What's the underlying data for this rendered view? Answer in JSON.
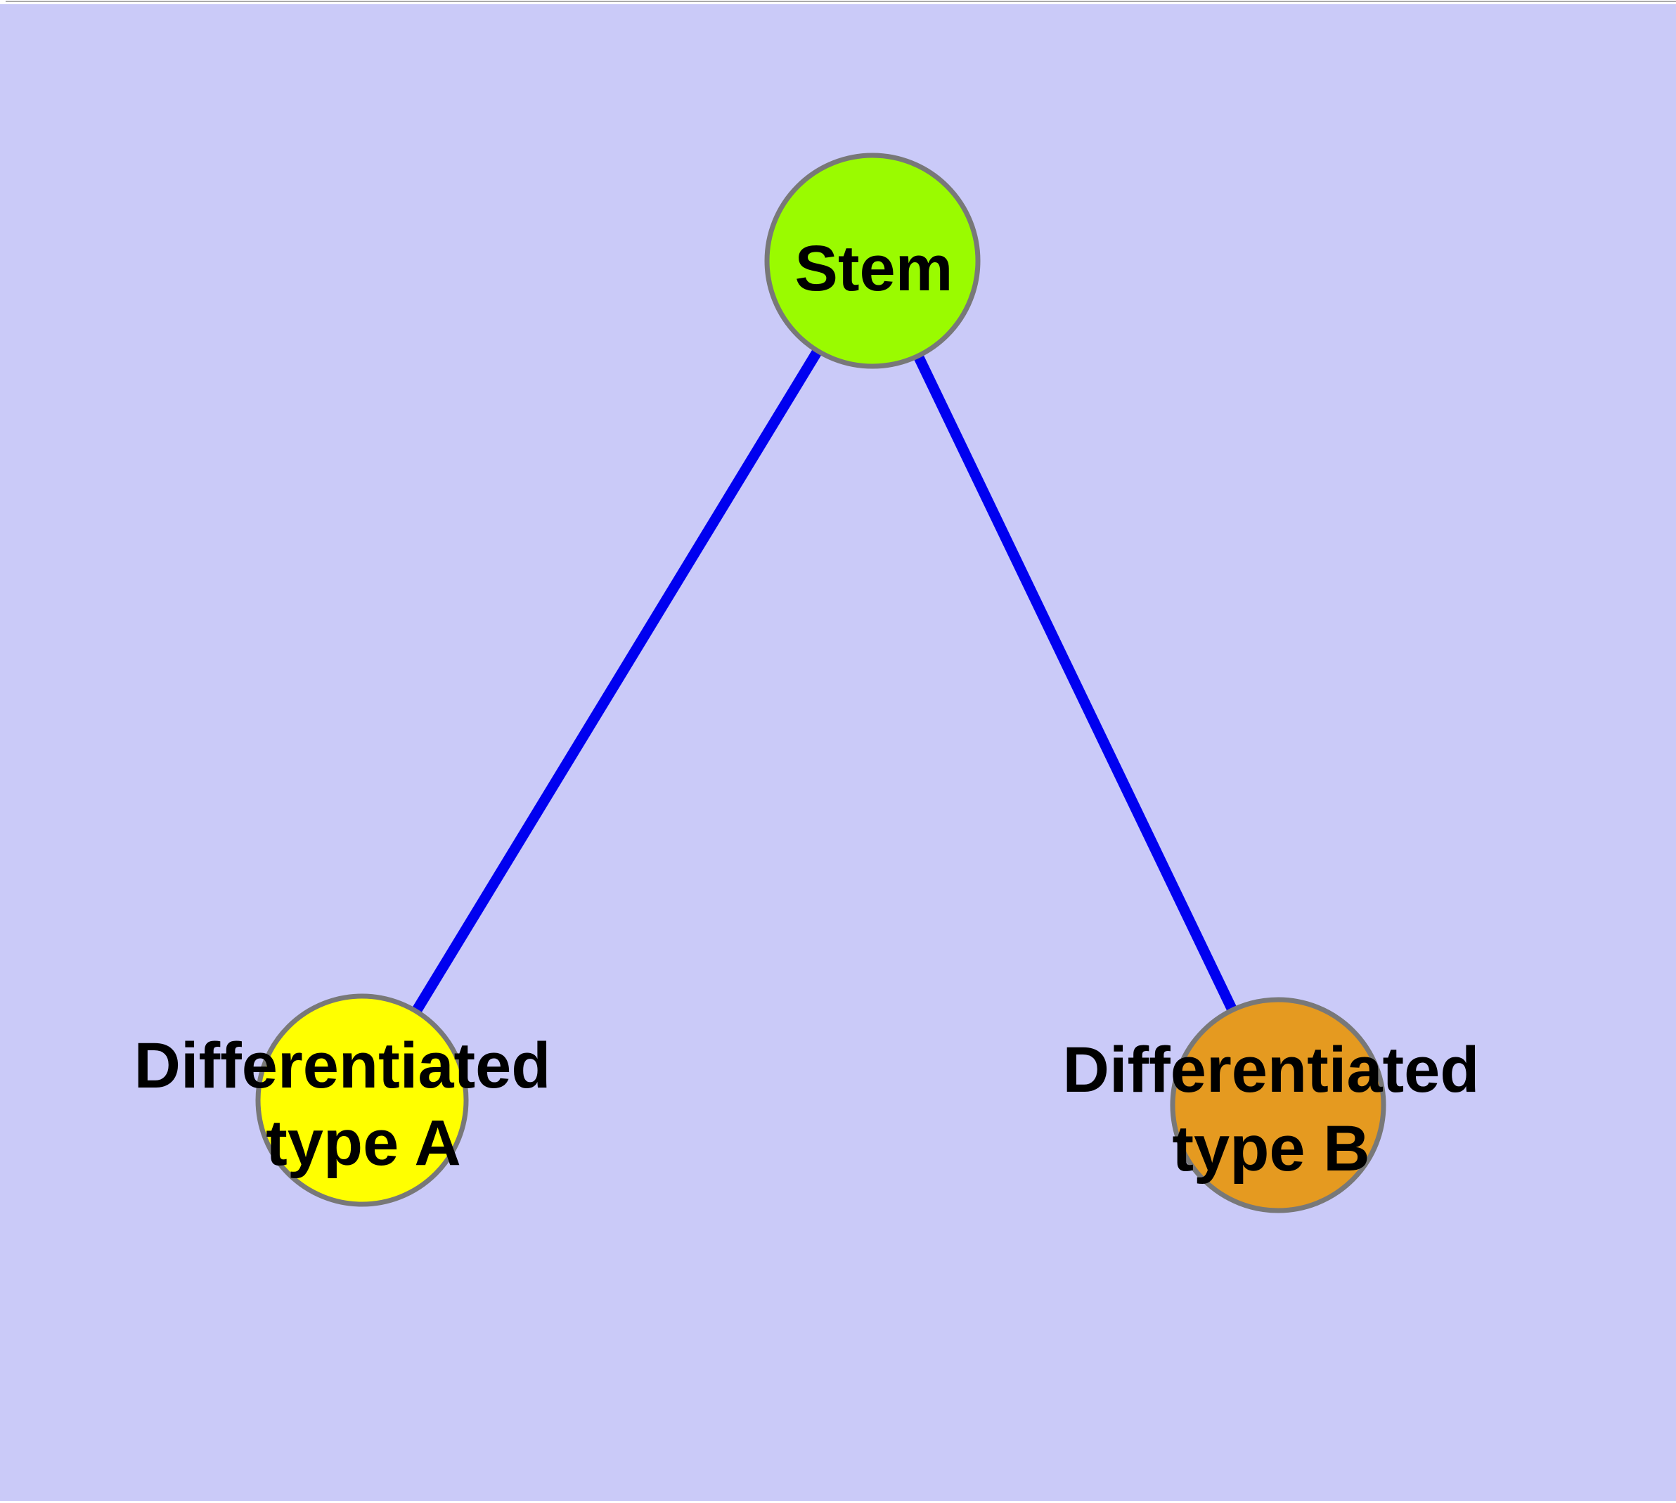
{
  "diagram": {
    "title": "Stem",
    "nodes": {
      "stem": {
        "label": "Stem",
        "fill": "#9AFB00"
      },
      "type_a": {
        "label": "Differentiated type A",
        "line1": "Differentiated",
        "line2": "type A",
        "fill": "#FFFF00"
      },
      "type_b": {
        "label": "Differentiated type B",
        "line1": "Differentiated",
        "line2": "type B",
        "fill": "#E59A20"
      }
    },
    "edges": [
      {
        "from": "Stem",
        "to": "Differentiated type A"
      },
      {
        "from": "Stem",
        "to": "Differentiated type B"
      }
    ],
    "colors": {
      "background": "#CACAF8",
      "edge": "#0000F0",
      "node_border": "#787878",
      "text": "#000000",
      "top_strip": "#FFFFFF",
      "top_hairline": "#ABABAB"
    }
  }
}
